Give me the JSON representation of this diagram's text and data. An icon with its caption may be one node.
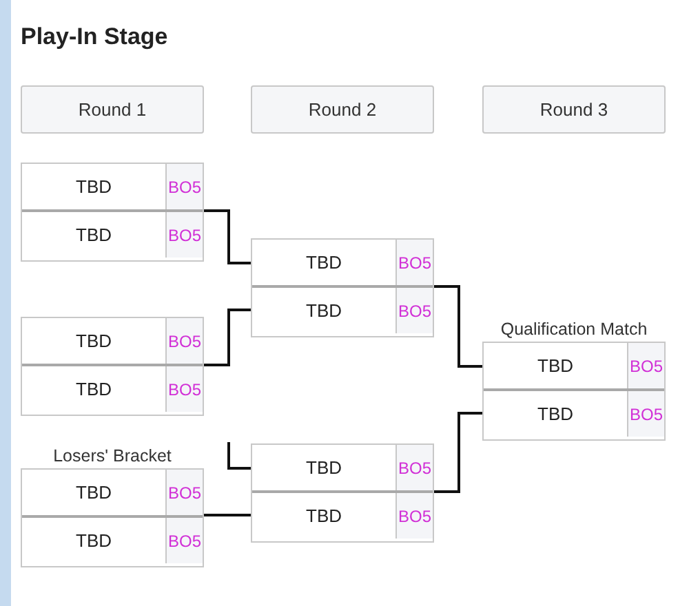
{
  "diagram": {
    "title": "Play-In Stage",
    "nodes": [
      {
        "text": [
          "Round 1"
        ]
      },
      {
        "text": [
          "Round 2"
        ]
      },
      {
        "text": [
          "Round 3"
        ]
      },
      {
        "text": [],
        "shape": "box"
      },
      {
        "text": [
          "TBD",
          "BO5"
        ],
        "in": 3
      },
      {
        "text": [
          "TBD",
          "BO5"
        ],
        "in": 3
      },
      {
        "text": [],
        "shape": "box"
      },
      {
        "text": [
          "TBD",
          "BO5"
        ],
        "in": 6
      },
      {
        "text": [
          "TBD",
          "BO5"
        ],
        "in": 6
      },
      {
        "text": [
          "Losers' Bracket"
        ]
      },
      {
        "text": [
          "TBD",
          "BO5"
        ],
        "in": 9
      },
      {
        "text": [
          "TBD",
          "BO5"
        ],
        "in": 9
      },
      {
        "text": [],
        "shape": "box"
      },
      {
        "text": [
          "TBD",
          "BO5"
        ],
        "in": 12
      },
      {
        "text": [
          "TBD",
          "BO5"
        ],
        "in": 12
      },
      {
        "text": [],
        "shape": "box"
      },
      {
        "text": [
          "TBD",
          "BO5"
        ],
        "in": 15
      },
      {
        "text": [
          "TBD",
          "BO5"
        ],
        "in": 15
      },
      {
        "text": [
          "Qualification Match"
        ]
      },
      {
        "text": [
          "TBD",
          "BO5"
        ],
        "in": 18
      },
      {
        "text": [
          "TBD",
          "BO5"
        ],
        "in": 18
      }
    ],
    "edges": [
      {
        "from": 3,
        "to": 13,
        "arrow": "none"
      },
      {
        "from": 6,
        "to": 14,
        "arrow": "none"
      },
      {
        "from": null,
        "to": 16,
        "arrow": "none"
      },
      {
        "from": 9,
        "to": 17,
        "arrow": "none"
      },
      {
        "from": 12,
        "to": 19,
        "arrow": "none"
      },
      {
        "from": 15,
        "to": 20,
        "arrow": "none"
      }
    ]
  }
}
